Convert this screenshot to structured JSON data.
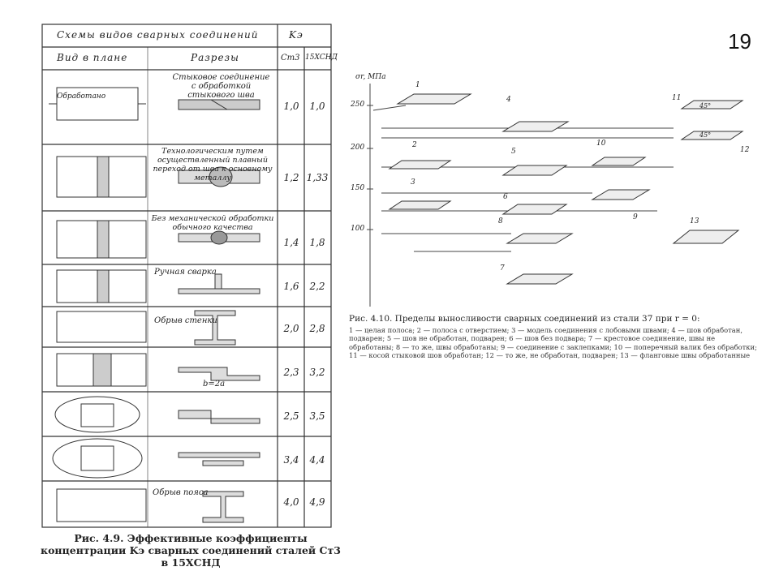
{
  "slide_number": "19",
  "table": {
    "header_main": "Схемы видов сварных соединений",
    "header_k": "Kэ",
    "col_plan": "Вид в плане",
    "col_sections": "Разрезы",
    "col_st3": "Ст3",
    "col_15hsnd": "15ХСНД",
    "rows": [
      {
        "plan_label": "Обработано",
        "section_label": "Стыковое соединение с обработкой стыкового шва",
        "k_st3": "1,0",
        "k_15hsnd": "1,0"
      },
      {
        "plan_label": "",
        "section_label": "Технологическим путем осуществленный плавный переход от шва к основному металлу",
        "k_st3": "1,2",
        "k_15hsnd": "1,33"
      },
      {
        "plan_label": "",
        "section_label": "Без механической обработки обычного качества",
        "k_st3": "1,4",
        "k_15hsnd": "1,8"
      },
      {
        "plan_label": "",
        "section_label": "Ручная сварка",
        "k_st3": "1,6",
        "k_15hsnd": "2,2"
      },
      {
        "plan_label": "",
        "section_label": "Обрыв стенки",
        "k_st3": "2,0",
        "k_15hsnd": "2,8"
      },
      {
        "plan_label": "",
        "section_label": "b=2a",
        "k_st3": "2,3",
        "k_15hsnd": "3,2"
      },
      {
        "plan_label": "",
        "section_label": "",
        "k_st3": "2,5",
        "k_15hsnd": "3,5"
      },
      {
        "plan_label": "",
        "section_label": "",
        "k_st3": "3,4",
        "k_15hsnd": "4,4"
      },
      {
        "plan_label": "",
        "section_label": "Обрыв пояса",
        "k_st3": "4,0",
        "k_15hsnd": "4,9"
      }
    ],
    "caption": "Рис. 4.9. Эффективные коэффициенты концентрации Kэ сварных соединений сталей Ст3 в 15ХСНД"
  },
  "figure": {
    "axis_label": "σr, МПа",
    "ticks": [
      "250",
      "200",
      "150",
      "100"
    ],
    "specimens": [
      "1",
      "2",
      "3",
      "4",
      "5",
      "6",
      "7",
      "8",
      "9",
      "10",
      "11",
      "12",
      "13"
    ],
    "angle_labels": [
      "45°",
      "45°"
    ],
    "caption_title": "Рис. 4.10. Пределы выносливости сварных соединений из стали 37 при r = 0:",
    "caption_body": "1 — целая полоса; 2 — полоса с отверстием; 3 — модель соединения с лобовыми швами; 4 — шов обработан, подварен; 5 — шов не обработан, подварен; 6 — шов без подвара; 7 — крестовое соединение, швы не обработаны; 8 — то же, швы обработаны; 9 — соединение с заклепками; 10 — поперечный валик без обработки; 11 — косой стыковой шов обработан; 12 — то же, не обработан, подварен; 13 — фланговые швы обработанные"
  }
}
